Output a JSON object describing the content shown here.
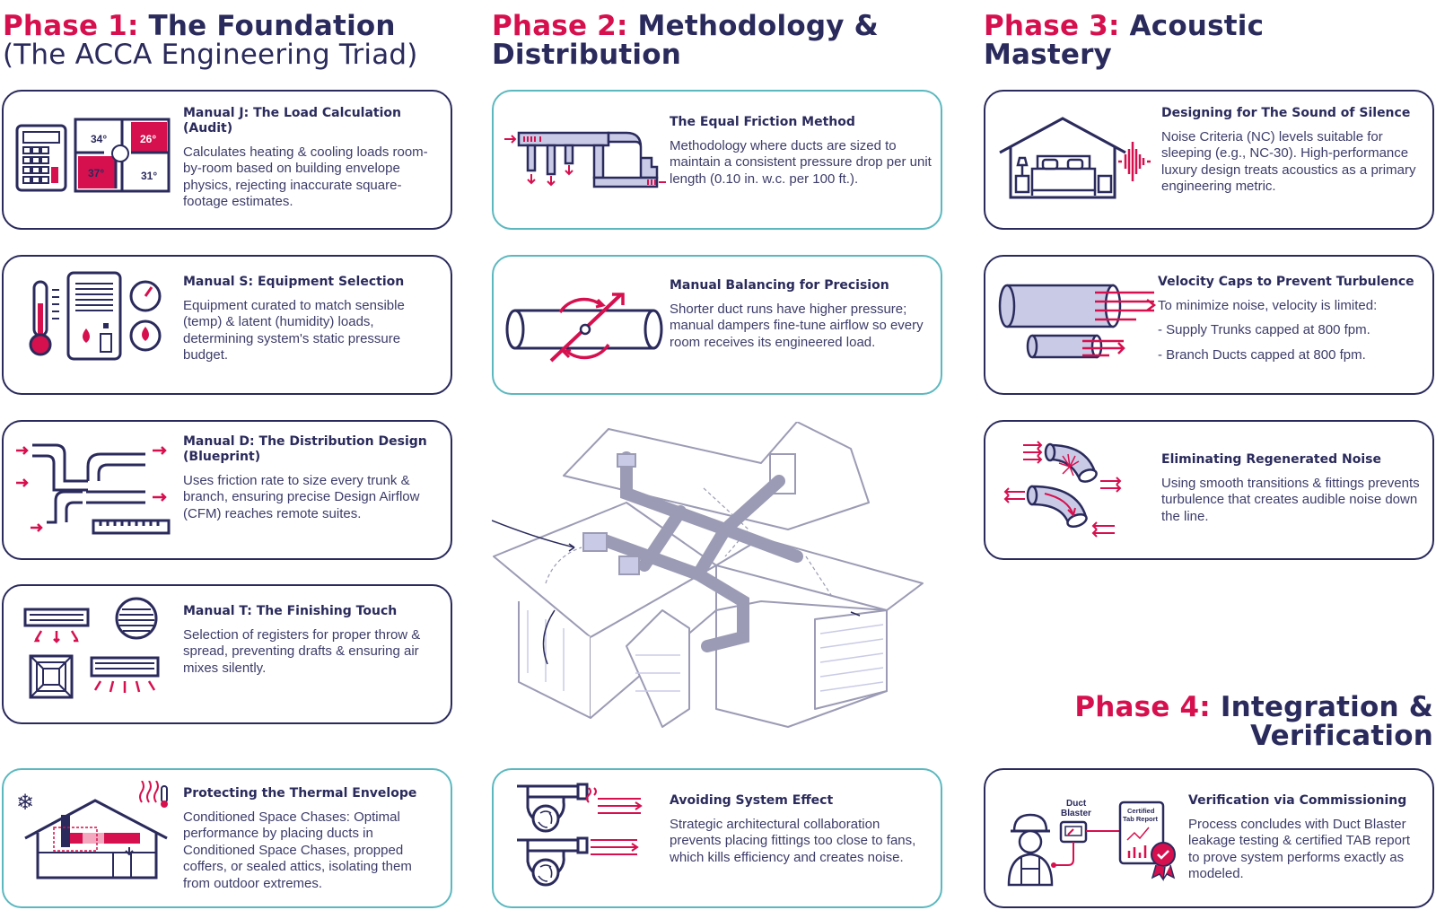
{
  "headings": {
    "phase1": {
      "prefix": "Phase 1:",
      "title": "The Foundation",
      "subtitle": "(The ACCA Engineering Triad)"
    },
    "phase2": {
      "prefix": "Phase 2:",
      "title": "Methodology &",
      "title_line2": "Distribution"
    },
    "phase3": {
      "prefix": "Phase 3:",
      "title": "Acoustic",
      "title_line2": "Mastery"
    },
    "phase4": {
      "prefix": "Phase 4:",
      "title": "Integration &",
      "title_line2": "Verification"
    }
  },
  "cards": {
    "manual_j": {
      "title": "Manual J: The Load Calculation (Audit)",
      "body": "Calculates heating & cooling loads room-by-room based on building envelope physics, rejecting inaccurate square-footage estimates.",
      "temps": [
        "34°",
        "26°",
        "37°",
        "31°"
      ]
    },
    "manual_s": {
      "title": "Manual S: Equipment Selection",
      "body": "Equipment curated to match sensible (temp) & latent (humidity) loads, determining system's static pressure budget."
    },
    "manual_d": {
      "title": "Manual D: The Distribution Design (Blueprint)",
      "body": "Uses friction rate to size every trunk & branch, ensuring precise Design Airflow (CFM) reaches remote suites."
    },
    "manual_t": {
      "title": "Manual T: The Finishing Touch",
      "body": "Selection of registers for proper throw & spread, preventing drafts & ensuring air mixes silently."
    },
    "thermal_envelope": {
      "title": "Protecting the Thermal Envelope",
      "body": "Conditioned Space Chases: Optimal performance by placing ducts in Conditioned Space Chases, propped coffers, or sealed attics, isolating them from outdoor extremes."
    },
    "equal_friction": {
      "title": "The Equal Friction Method",
      "body": "Methodology where ducts are sized to maintain a consistent pressure drop per unit length (0.10 in. w.c. per 100 ft.)."
    },
    "manual_balancing": {
      "title": "Manual Balancing for Precision",
      "body": "Shorter duct runs have higher pressure; manual dampers fine-tune airflow so every room receives its engineered load."
    },
    "system_effect": {
      "title": "Avoiding System Effect",
      "body": "Strategic architectural collaboration prevents placing fittings too close to fans, which kills efficiency and creates noise."
    },
    "sound_of_silence": {
      "title": "Designing for The Sound of Silence",
      "body": "Noise Criteria (NC) levels suitable for sleeping (e.g., NC-30). High-performance luxury design treats acoustics as a primary engineering metric."
    },
    "velocity_caps": {
      "title": "Velocity Caps to Prevent Turbulence",
      "body": "To minimize noise, velocity is limited:",
      "items": [
        "- Supply Trunks capped at 800 fpm.",
        "- Branch Ducts capped at 800 fpm."
      ]
    },
    "regenerated_noise": {
      "title": "Eliminating Regenerated Noise",
      "body": "Using smooth transitions & fittings prevents turbulence that creates audible noise down the line."
    },
    "commissioning": {
      "title": "Verification via Commissioning",
      "body": "Process concludes with Duct Blaster leakage testing & certified TAB report to prove system performs exactly as modeled.",
      "icon_labels": {
        "duct_blaster": [
          "Duct",
          "Blaster"
        ],
        "tab_report": [
          "Certified",
          "Tab Report"
        ]
      }
    }
  },
  "colors": {
    "navy": "#2a2a5c",
    "accent": "#d6104f",
    "teal": "#5cb8bf",
    "soft": "#c9cbe6",
    "duct": "#9b9bb5"
  }
}
